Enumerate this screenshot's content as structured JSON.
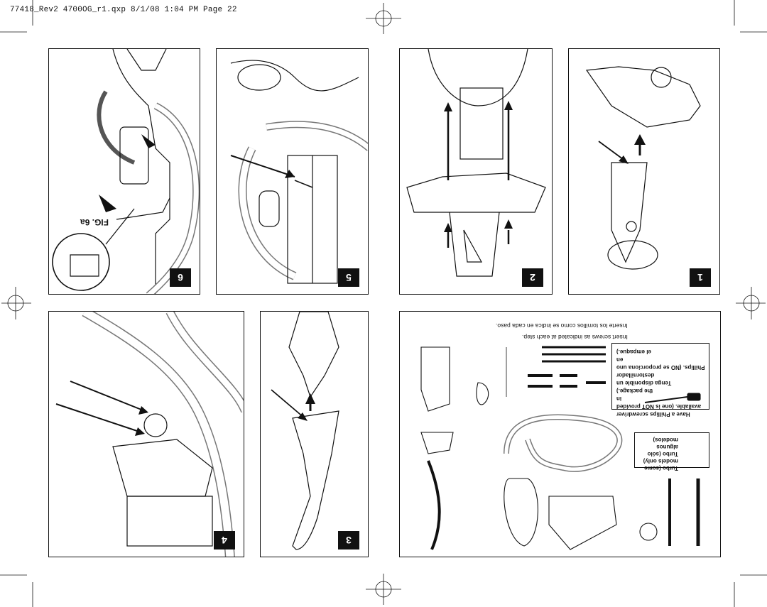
{
  "header": {
    "slug": "77418_Rev2 4700OG_r1.qxp  8/1/08  1:04 PM  Page 22"
  },
  "steps": [
    {
      "num": "1"
    },
    {
      "num": "2"
    },
    {
      "num": "3"
    },
    {
      "num": "4"
    },
    {
      "num": "5"
    },
    {
      "num": "6"
    }
  ],
  "fig_label": "FIG. 6a",
  "parts_panel": {
    "instruction_en": "Insert screws as indicated at each step.",
    "instruction_es": "Inserte los tornillos como se indica en cada paso.",
    "screwdriver_note": [
      "Have a Phillips screwdriver",
      "available. (one is NOT provided in",
      "the package.)",
      "Tenga disponible un destornillador",
      "Phillips. (NO se proporciona uno en",
      "el empaque.)"
    ],
    "turbo_note": [
      "Turbo (some",
      "models only)",
      "Turbo (sólo algunos",
      "modelos)"
    ]
  }
}
